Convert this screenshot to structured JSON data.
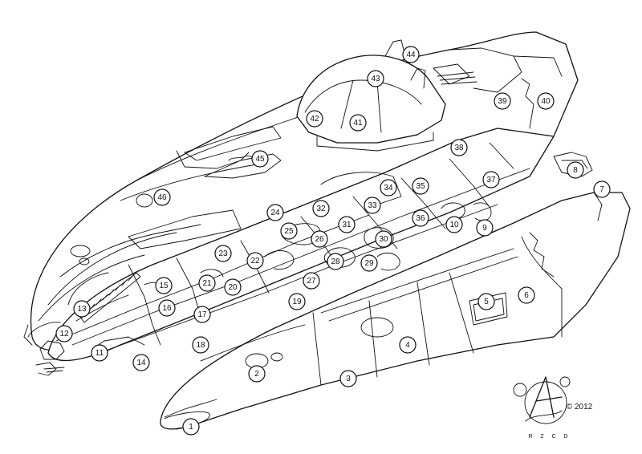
{
  "callouts": [
    "1",
    "2",
    "3",
    "4",
    "5",
    "6",
    "7",
    "8",
    "9",
    "10",
    "11",
    "12",
    "13",
    "14",
    "15",
    "16",
    "17",
    "18",
    "19",
    "20",
    "21",
    "22",
    "23",
    "24",
    "25",
    "26",
    "27",
    "28",
    "29",
    "30",
    "31",
    "32",
    "33",
    "34",
    "35",
    "36",
    "37",
    "38",
    "39",
    "40",
    "41",
    "42",
    "43",
    "44",
    "45",
    "46"
  ],
  "signature": {
    "year": "© 2012",
    "initials": "R Z C D"
  }
}
